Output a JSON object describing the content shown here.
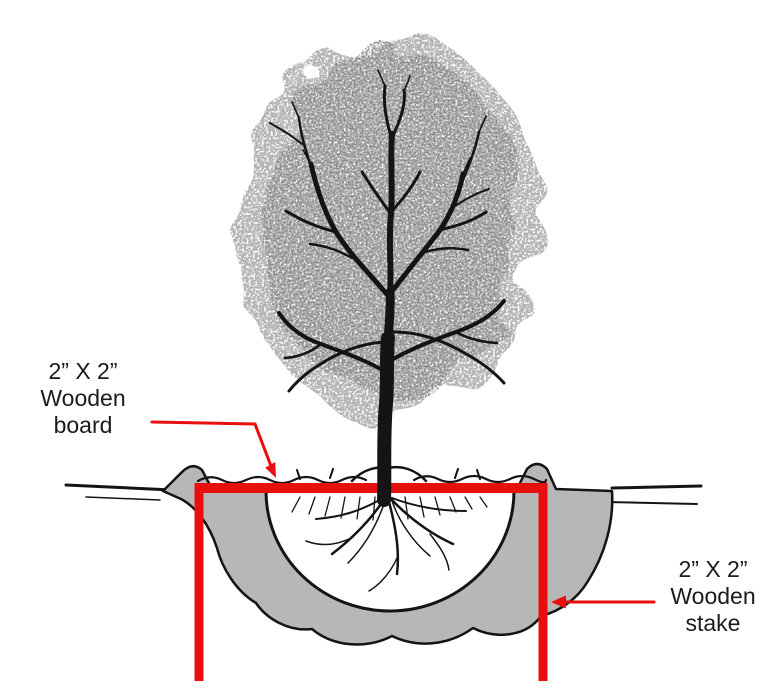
{
  "diagram": {
    "colors": {
      "annotation": "#e8100e",
      "soil": "#b7b7b7",
      "ink": "#141414",
      "paper": "#ffffff"
    },
    "board_label": {
      "size": "2” X 2”",
      "material": "Wooden",
      "part": "board"
    },
    "stake_label": {
      "size": "2” X 2”",
      "material": "Wooden",
      "part": "stake"
    }
  }
}
